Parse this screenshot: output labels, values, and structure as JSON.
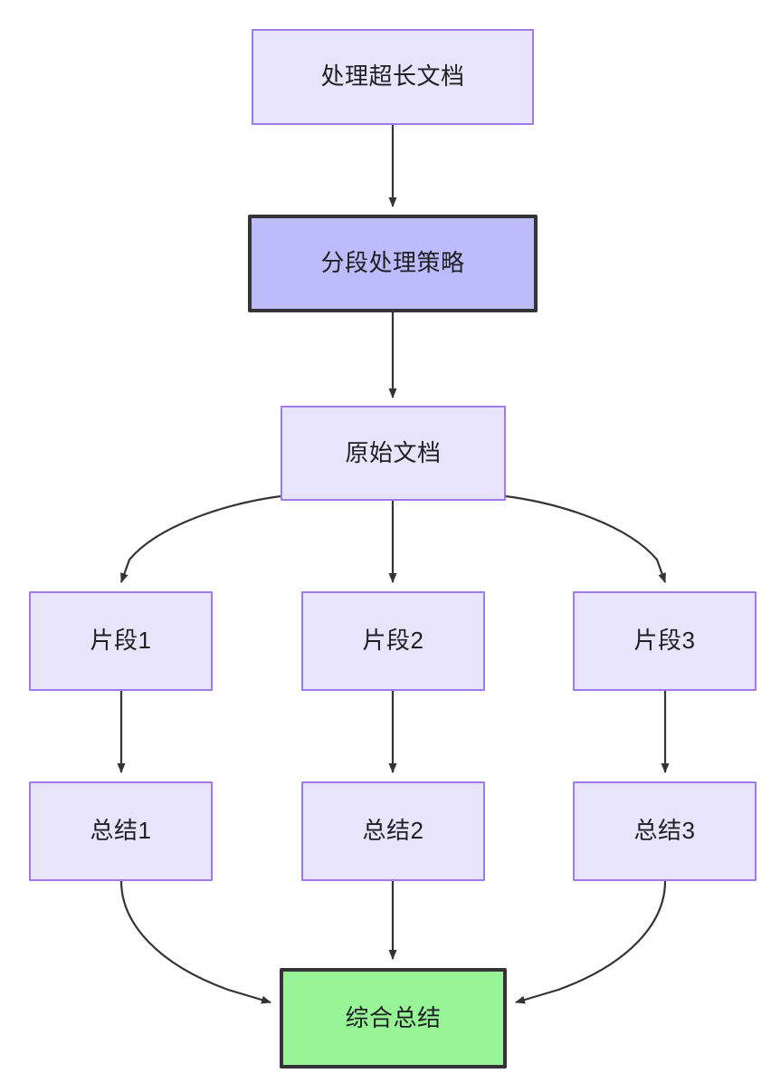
{
  "diagram": {
    "type": "flowchart",
    "direction": "top-down",
    "title_text": "处理超长文档",
    "background_color": "#ffffff",
    "palette": {
      "node_fill": "#e7e4fb",
      "node_border": "#a07ae8",
      "highlight_purple_fill": "#bcbcfc",
      "highlight_green_fill": "#97f598",
      "highlight_border": "#333338",
      "edge_color": "#333338",
      "text_color": "#1f1f24"
    },
    "nodes": [
      {
        "id": "root",
        "label": "处理超长文档",
        "style": "standard"
      },
      {
        "id": "strategy",
        "label": "分段处理策略",
        "style": "highlight-purple"
      },
      {
        "id": "source",
        "label": "原始文档",
        "style": "standard"
      },
      {
        "id": "chunk1",
        "label": "片段1",
        "style": "standard"
      },
      {
        "id": "chunk2",
        "label": "片段2",
        "style": "standard"
      },
      {
        "id": "chunk3",
        "label": "片段3",
        "style": "standard"
      },
      {
        "id": "summary1",
        "label": "总结1",
        "style": "standard"
      },
      {
        "id": "summary2",
        "label": "总结2",
        "style": "standard"
      },
      {
        "id": "summary3",
        "label": "总结3",
        "style": "standard"
      },
      {
        "id": "final",
        "label": "综合总结",
        "style": "highlight-green"
      }
    ],
    "edges": [
      {
        "from": "root",
        "to": "strategy",
        "shape": "straight"
      },
      {
        "from": "strategy",
        "to": "source",
        "shape": "straight"
      },
      {
        "from": "source",
        "to": "chunk1",
        "shape": "curved"
      },
      {
        "from": "source",
        "to": "chunk2",
        "shape": "straight"
      },
      {
        "from": "source",
        "to": "chunk3",
        "shape": "curved"
      },
      {
        "from": "chunk1",
        "to": "summary1",
        "shape": "straight"
      },
      {
        "from": "chunk2",
        "to": "summary2",
        "shape": "straight"
      },
      {
        "from": "chunk3",
        "to": "summary3",
        "shape": "straight"
      },
      {
        "from": "summary1",
        "to": "final",
        "shape": "curved"
      },
      {
        "from": "summary2",
        "to": "final",
        "shape": "straight"
      },
      {
        "from": "summary3",
        "to": "final",
        "shape": "curved"
      }
    ]
  }
}
